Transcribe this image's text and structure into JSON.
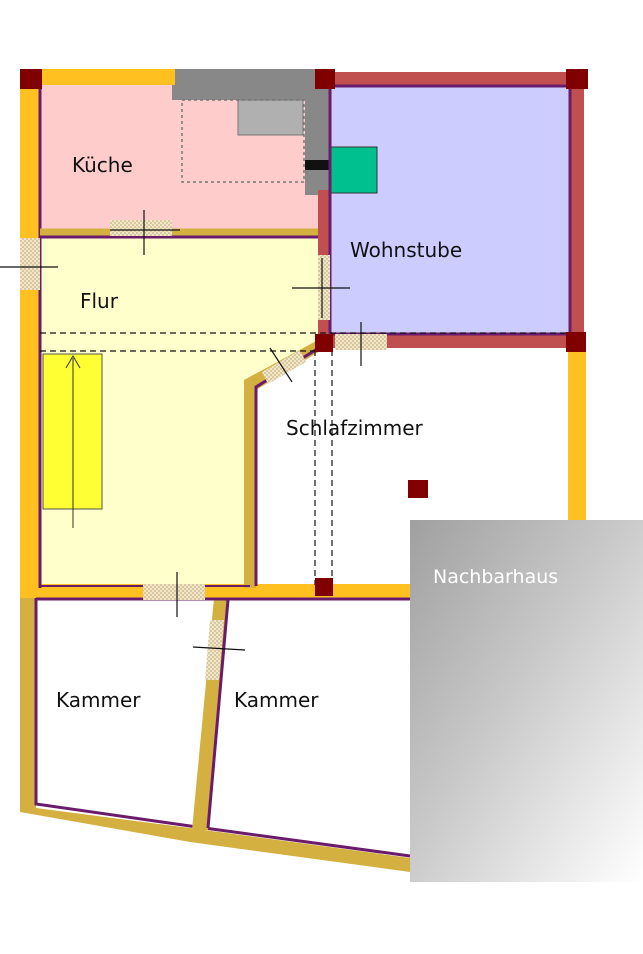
{
  "rooms": {
    "kueche": "Küche",
    "wohnstube": "Wohnstube",
    "flur": "Flur",
    "schlafzimmer": "Schlafzimmer",
    "kammer_links": "Kammer",
    "kammer_rechts": "Kammer"
  },
  "neighbor": "Nachbarhaus",
  "colors": {
    "kueche_fill": "#ffcccc",
    "wohnstube_fill": "#ccccff",
    "flur_fill": "#ffffcc",
    "outer_wall": "#ffc020",
    "inner_wall": "#d4b040",
    "wall_line": "#6b1b6b",
    "wohnstube_wall": "#c05050",
    "pillar": "#800000",
    "stove_block": "#888888",
    "oven": "#00c090",
    "stairs": "#ffff33",
    "neighbor_dark": "#a0a0a0",
    "neighbor_light": "#ffffff"
  }
}
